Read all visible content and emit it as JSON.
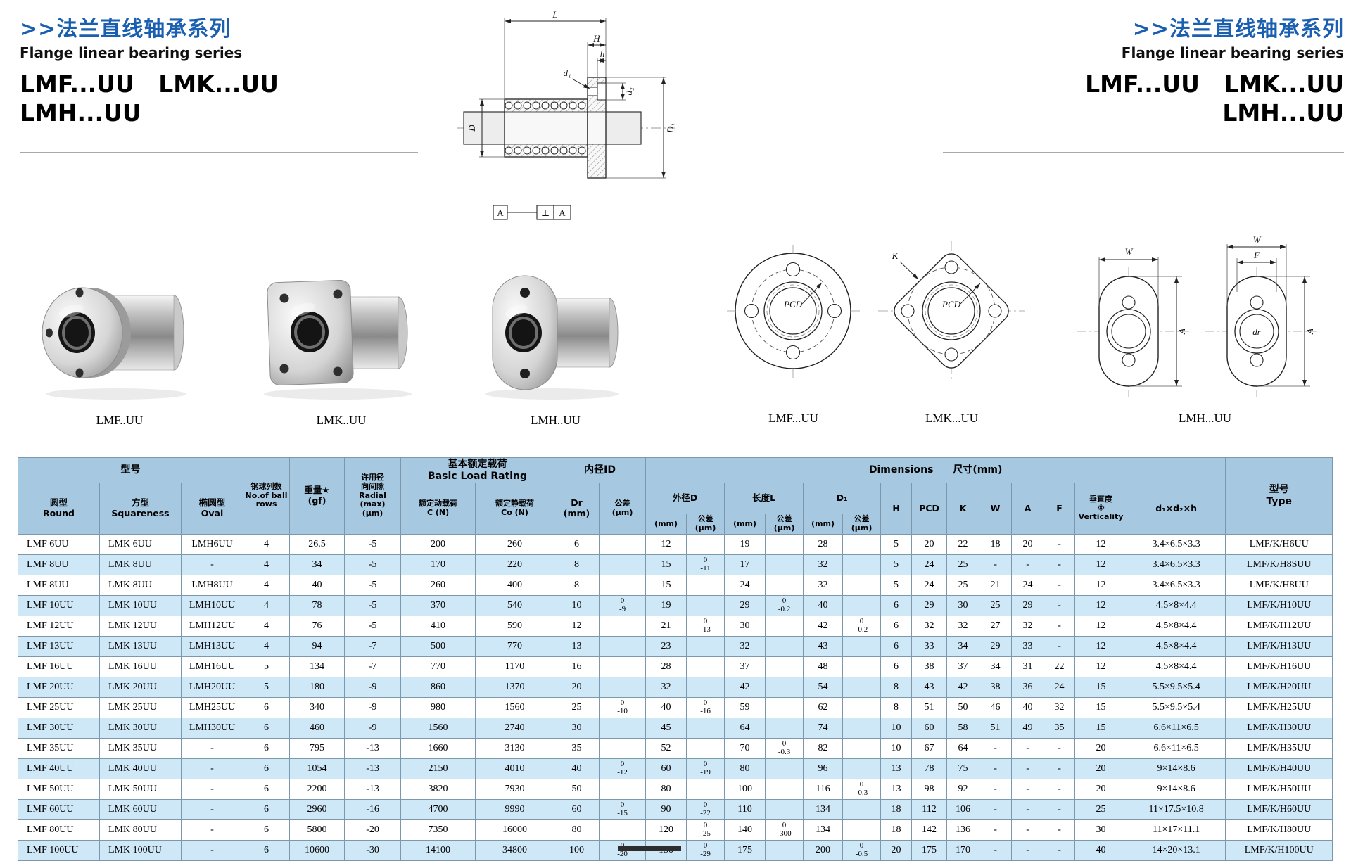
{
  "colors": {
    "accent_blue": "#1a5fb0",
    "table_header_bg": "#a6c8e0",
    "row_stripe": "#cfe8f8"
  },
  "header": {
    "series_zh": ">>法兰直线轴承系列",
    "series_en": "Flange linear bearing series",
    "models_line1": "LMF...UU   LMK...UU",
    "models_line2": "LMH...UU"
  },
  "photos": [
    {
      "label": "LMF..UU"
    },
    {
      "label": "LMK..UU"
    },
    {
      "label": "LMH..UU"
    }
  ],
  "section": {
    "L": "L",
    "H": "H",
    "h": "h",
    "d1": "d₁",
    "d2": "d₂",
    "D": "D",
    "D1": "D₁",
    "A": "A",
    "gd": "⊥"
  },
  "faces": {
    "lmf": {
      "label": "LMF...UU",
      "pcd": "PCD"
    },
    "lmk": {
      "label": "LMK...UU",
      "pcd": "PCD",
      "k": "K"
    },
    "lmh": {
      "label": "LMH...UU",
      "w": "W",
      "f": "F",
      "a": "A",
      "dr": "dr"
    }
  },
  "table": {
    "header": {
      "model_group": "型号",
      "round": "圆型\nRound",
      "square": "方型\nSquareness",
      "oval": "椭圆型\nOval",
      "ball_rows": "钢球列数\nNo.of ball\nrows",
      "weight": "重量★\n(gf)",
      "radial": "许用径\n向间隙\nRadial\n(max)\n(μm)",
      "load_group": "基本额定载荷\nBasic Load Rating",
      "dynamic_load": "额定动载荷\nC (N)",
      "static_load": "额定静载荷\nCo (N)",
      "id_group": "内径ID",
      "dr": "Dr\n(mm)",
      "id_tol": "公差\n(μm)",
      "dim_group": "Dimensions　　尺寸(mm)",
      "outer_d": "外径D",
      "length_l": "长度L",
      "d1": "D₁",
      "mm": "(mm)",
      "tol_um": "公差\n(μm)",
      "h": "H",
      "pcd": "PCD",
      "k": "K",
      "w": "W",
      "a": "A",
      "f": "F",
      "verticality": "垂直度\n※\nVerticality",
      "d1d2h": "d₁×d₂×h",
      "type": "型号\nType"
    },
    "rows": [
      [
        "LMF 6UU",
        "LMK 6UU",
        "LMH6UU",
        "4",
        "26.5",
        "-5",
        "200",
        "260",
        "6",
        "",
        "12",
        "",
        "19",
        "",
        "28",
        "",
        "5",
        "20",
        "22",
        "18",
        "20",
        "-",
        "12",
        "3.4×6.5×3.3",
        "LMF/K/H6UU"
      ],
      [
        "LMF 8UU",
        "LMK 8UU",
        "-",
        "4",
        "34",
        "-5",
        "170",
        "220",
        "8",
        "",
        "15",
        "0\n-11",
        "17",
        "",
        "32",
        "",
        "5",
        "24",
        "25",
        "-",
        "-",
        "-",
        "12",
        "3.4×6.5×3.3",
        "LMF/K/H8SUU"
      ],
      [
        "LMF 8UU",
        "LMK 8UU",
        "LMH8UU",
        "4",
        "40",
        "-5",
        "260",
        "400",
        "8",
        "",
        "15",
        "",
        "24",
        "",
        "32",
        "",
        "5",
        "24",
        "25",
        "21",
        "24",
        "-",
        "12",
        "3.4×6.5×3.3",
        "LMF/K/H8UU"
      ],
      [
        "LMF 10UU",
        "LMK 10UU",
        "LMH10UU",
        "4",
        "78",
        "-5",
        "370",
        "540",
        "10",
        "0\n-9",
        "19",
        "",
        "29",
        "0\n-0.2",
        "40",
        "",
        "6",
        "29",
        "30",
        "25",
        "29",
        "-",
        "12",
        "4.5×8×4.4",
        "LMF/K/H10UU"
      ],
      [
        "LMF 12UU",
        "LMK 12UU",
        "LMH12UU",
        "4",
        "76",
        "-5",
        "410",
        "590",
        "12",
        "",
        "21",
        "0\n-13",
        "30",
        "",
        "42",
        "0\n-0.2",
        "6",
        "32",
        "32",
        "27",
        "32",
        "-",
        "12",
        "4.5×8×4.4",
        "LMF/K/H12UU"
      ],
      [
        "LMF 13UU",
        "LMK 13UU",
        "LMH13UU",
        "4",
        "94",
        "-7",
        "500",
        "770",
        "13",
        "",
        "23",
        "",
        "32",
        "",
        "43",
        "",
        "6",
        "33",
        "34",
        "29",
        "33",
        "-",
        "12",
        "4.5×8×4.4",
        "LMF/K/H13UU"
      ],
      [
        "LMF 16UU",
        "LMK 16UU",
        "LMH16UU",
        "5",
        "134",
        "-7",
        "770",
        "1170",
        "16",
        "",
        "28",
        "",
        "37",
        "",
        "48",
        "",
        "6",
        "38",
        "37",
        "34",
        "31",
        "22",
        "12",
        "4.5×8×4.4",
        "LMF/K/H16UU"
      ],
      [
        "LMF 20UU",
        "LMK 20UU",
        "LMH20UU",
        "5",
        "180",
        "-9",
        "860",
        "1370",
        "20",
        "",
        "32",
        "",
        "42",
        "",
        "54",
        "",
        "8",
        "43",
        "42",
        "38",
        "36",
        "24",
        "15",
        "5.5×9.5×5.4",
        "LMF/K/H20UU"
      ],
      [
        "LMF 25UU",
        "LMK 25UU",
        "LMH25UU",
        "6",
        "340",
        "-9",
        "980",
        "1560",
        "25",
        "0\n-10",
        "40",
        "0\n-16",
        "59",
        "",
        "62",
        "",
        "8",
        "51",
        "50",
        "46",
        "40",
        "32",
        "15",
        "5.5×9.5×5.4",
        "LMF/K/H25UU"
      ],
      [
        "LMF 30UU",
        "LMK 30UU",
        "LMH30UU",
        "6",
        "460",
        "-9",
        "1560",
        "2740",
        "30",
        "",
        "45",
        "",
        "64",
        "",
        "74",
        "",
        "10",
        "60",
        "58",
        "51",
        "49",
        "35",
        "15",
        "6.6×11×6.5",
        "LMF/K/H30UU"
      ],
      [
        "LMF 35UU",
        "LMK 35UU",
        "-",
        "6",
        "795",
        "-13",
        "1660",
        "3130",
        "35",
        "",
        "52",
        "",
        "70",
        "0\n-0.3",
        "82",
        "",
        "10",
        "67",
        "64",
        "-",
        "-",
        "-",
        "20",
        "6.6×11×6.5",
        "LMF/K/H35UU"
      ],
      [
        "LMF 40UU",
        "LMK 40UU",
        "-",
        "6",
        "1054",
        "-13",
        "2150",
        "4010",
        "40",
        "0\n-12",
        "60",
        "0\n-19",
        "80",
        "",
        "96",
        "",
        "13",
        "78",
        "75",
        "-",
        "-",
        "-",
        "20",
        "9×14×8.6",
        "LMF/K/H40UU"
      ],
      [
        "LMF 50UU",
        "LMK 50UU",
        "-",
        "6",
        "2200",
        "-13",
        "3820",
        "7930",
        "50",
        "",
        "80",
        "",
        "100",
        "",
        "116",
        "0\n-0.3",
        "13",
        "98",
        "92",
        "-",
        "-",
        "-",
        "20",
        "9×14×8.6",
        "LMF/K/H50UU"
      ],
      [
        "LMF 60UU",
        "LMK 60UU",
        "-",
        "6",
        "2960",
        "-16",
        "4700",
        "9990",
        "60",
        "0\n-15",
        "90",
        "0\n-22",
        "110",
        "",
        "134",
        "",
        "18",
        "112",
        "106",
        "-",
        "-",
        "-",
        "25",
        "11×17.5×10.8",
        "LMF/K/H60UU"
      ],
      [
        "LMF 80UU",
        "LMK 80UU",
        "-",
        "6",
        "5800",
        "-20",
        "7350",
        "16000",
        "80",
        "",
        "120",
        "0\n-25",
        "140",
        "0\n-300",
        "134",
        "",
        "18",
        "142",
        "136",
        "-",
        "-",
        "-",
        "30",
        "11×17×11.1",
        "LMF/K/H80UU"
      ],
      [
        "LMF 100UU",
        "LMK 100UU",
        "-",
        "6",
        "10600",
        "-30",
        "14100",
        "34800",
        "100",
        "0\n-20",
        "150",
        "0\n-29",
        "175",
        "",
        "200",
        "0\n-0.5",
        "20",
        "175",
        "170",
        "-",
        "-",
        "-",
        "40",
        "14×20×13.1",
        "LMF/K/H100UU"
      ]
    ]
  }
}
